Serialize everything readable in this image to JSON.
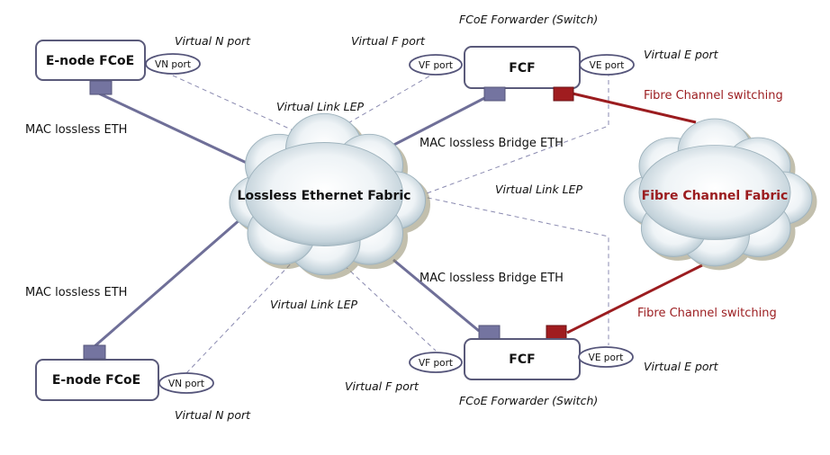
{
  "diagram": {
    "colors": {
      "eth_link": "#6f6f98",
      "fc_link": "#9b1c1f",
      "box_border": "#5a5a7a",
      "dashed": "#8a8ab0",
      "cloud_edge": "#8aa3b0"
    },
    "clouds": {
      "ethernet": "Lossless Ethernet Fabric",
      "fibre": "Fibre Channel Fabric"
    },
    "nodes": {
      "enode_top": "E-node FCoE",
      "enode_bottom": "E-node FCoE",
      "fcf_top": "FCF",
      "fcf_bottom": "FCF"
    },
    "ports": {
      "vn_top": "VN port",
      "vn_bottom": "VN port",
      "vf_top": "VF port",
      "vf_bottom": "VF port",
      "ve_top": "VE port",
      "ve_bottom": "VE port"
    },
    "labels": {
      "fcoe_forwarder_top": "FCoE Forwarder (Switch)",
      "fcoe_forwarder_bottom": "FCoE Forwarder (Switch)",
      "virtual_n_port_top": "Virtual N port",
      "virtual_n_port_bottom": "Virtual N port",
      "virtual_f_port_top": "Virtual F port",
      "virtual_f_port_bottom": "Virtual F port",
      "virtual_e_port_top": "Virtual E port",
      "virtual_e_port_bottom": "Virtual E port",
      "virtual_link_top": "Virtual Link LEP",
      "virtual_link_mid": "Virtual Link LEP",
      "virtual_link_bottom": "Virtual Link LEP",
      "mac_eth_top": "MAC lossless ETH",
      "mac_eth_bottom": "MAC lossless ETH",
      "mac_bridge_top": "MAC lossless Bridge ETH",
      "mac_bridge_bottom": "MAC lossless Bridge ETH",
      "fc_switching_top": "Fibre Channel switching",
      "fc_switching_bottom": "Fibre Channel switching"
    }
  }
}
